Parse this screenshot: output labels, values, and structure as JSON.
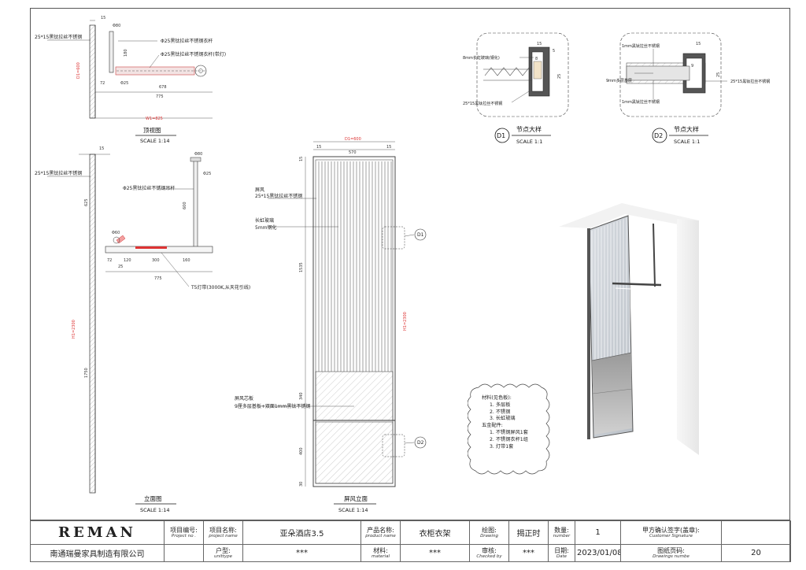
{
  "project_name": "亚朵酒店3.5",
  "product_name": "衣柜衣架",
  "title_block": {
    "brand": "REMAN",
    "company": "南通瑞曼家具制造有限公司",
    "project_no_label": "项目编号:",
    "project_no_label_en": "Project no .",
    "project_name_label": "项目名称:",
    "project_name_label_en": "project name",
    "project_name_value": "亚朵酒店3.5",
    "product_name_label": "产品名称:",
    "product_name_label_en": "product name",
    "product_name_value": "衣柜衣架",
    "drawing_label": "绘图:",
    "drawing_label_en": "Drawing",
    "drawing_value": "揭正时",
    "quantity_label": "数量:",
    "quantity_label_en": "number",
    "quantity_value": "1",
    "customer_sign_label": "甲方确认签字(盖章):",
    "customer_sign_label_en": "Customer Signature",
    "unit_type_label": "户型:",
    "unit_type_label_en": "unittype",
    "unit_type_value": "***",
    "material_label": "材料:",
    "material_label_en": "material",
    "material_value": "***",
    "checked_label": "审核:",
    "checked_label_en": "Checked by",
    "checked_value": "***",
    "date_label": "日期:",
    "date_label_en": "Date",
    "date_value": "2023/01/08",
    "page_label": "图纸页码:",
    "page_label_en": "Drawings numbe",
    "page_value": "20"
  },
  "top_view": {
    "title": "顶视图",
    "scale": "SCALE 1:14",
    "label_steel": "25*15黑钛拉丝不锈钢",
    "label_rod1": "Φ25黑钛拉丝不锈钢衣杆",
    "label_rod2": "Φ25黑钛拉丝不锈钢衣杆(带灯)",
    "dims": {
      "d15": "15",
      "d80": "Φ80",
      "d72": "72",
      "d25": "Φ25",
      "d678": "678",
      "d775": "775",
      "w825": "W1=825",
      "d1": "D1=600",
      "d180": "180"
    }
  },
  "elevation": {
    "title": "立面图",
    "scale": "SCALE 1:14",
    "label_steel": "25*15黑钛拉丝不锈钢",
    "label_hang": "Φ25黑钛拉丝不锈钢吊杆",
    "label_led": "T5灯带(3000K,从天花引线)",
    "dims": {
      "d15": "15",
      "d80": "Φ80",
      "d25": "Φ25",
      "d625": "625",
      "d60": "Φ60",
      "d600": "600",
      "d72": "72",
      "d120": "120",
      "d300": "300",
      "d160": "160",
      "d25b": "25",
      "d775": "775",
      "d1750": "1750",
      "h2300": "H1=2300"
    }
  },
  "screen": {
    "title": "屏风立面",
    "scale": "SCALE 1:14",
    "label_frame1": "屏风",
    "label_frame2": "25*15黑钛拉丝不锈钢",
    "label_glass1": "长虹玻璃",
    "label_glass2": "5mm钢化",
    "label_core1": "屏风芯板",
    "label_core2": "9厘多层基板+双面1mm黑钛不锈钢",
    "dims": {
      "w600": "D1=600",
      "d15a": "15",
      "d570": "570",
      "d15b": "15",
      "d1535": "1535",
      "d15c": "15",
      "d340": "340",
      "d400": "400",
      "d30": "30",
      "h2300": "H1=2300"
    },
    "tag_d1": "D1",
    "tag_d2": "D2"
  },
  "node_d1": {
    "tag": "D1",
    "title": "节点大样",
    "scale": "SCALE 1:1",
    "label_glass": "8mm长虹玻璃(钢化)",
    "label_steel": "25*15黑钛拉丝不锈钢",
    "dims": {
      "d15": "15",
      "d8": "8",
      "d5": "5",
      "d25": "25"
    }
  },
  "node_d2": {
    "tag": "D2",
    "title": "节点大样",
    "scale": "SCALE 1:1",
    "label_top": "1mm黑钛拉丝不锈钢",
    "label_board": "9mm多层基层",
    "label_bottom": "1mm黑钛拉丝不锈钢",
    "label_steel": "25*15黑钛拉丝不锈钢",
    "dims": {
      "d15": "15",
      "d9": "9",
      "d25": "25"
    }
  },
  "notes": {
    "title": "材料(见色板):",
    "items": [
      "1.  多层板",
      "2.  不锈钢",
      "3.  长虹玻璃"
    ],
    "hw_title": "五金配件:",
    "hw_items": [
      "1.  不锈钢屏风1套",
      "2.  不锈钢衣杆1组",
      "3.  灯带1套"
    ]
  }
}
